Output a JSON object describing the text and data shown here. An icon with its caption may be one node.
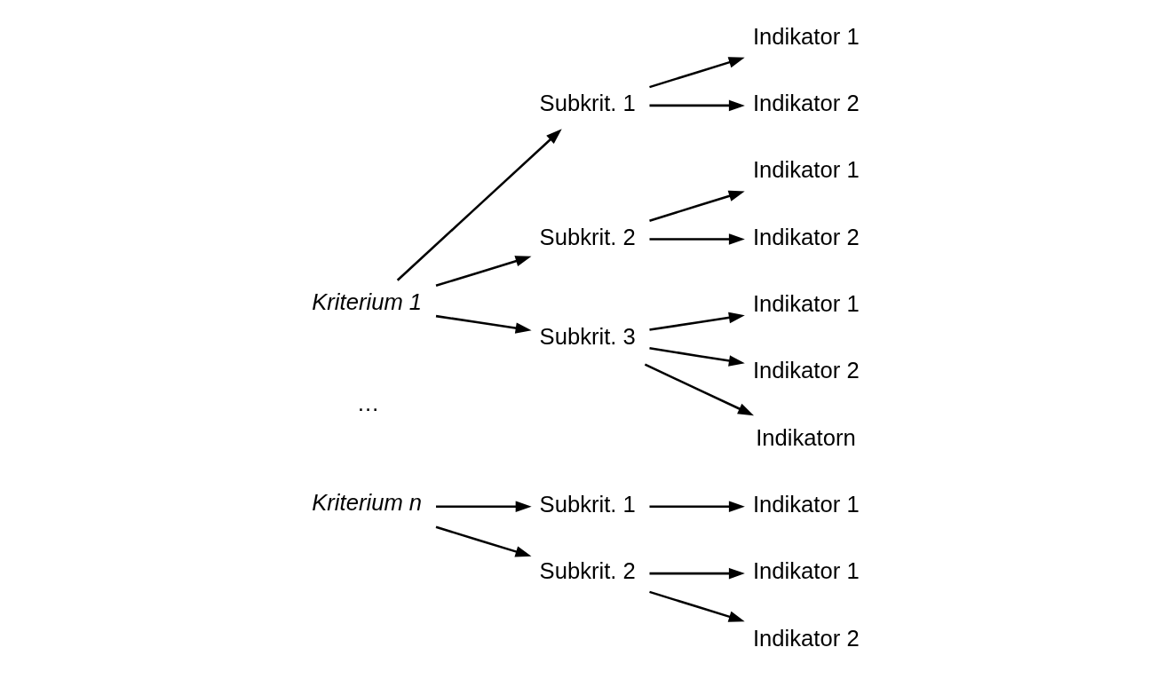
{
  "diagram": {
    "nodes": [
      {
        "text": [
          "Kriterium 1"
        ]
      },
      {
        "text": [
          "Subkrit. 1"
        ]
      },
      {
        "text": [
          "Subkrit. 2"
        ]
      },
      {
        "text": [
          "Subkrit. 3"
        ]
      },
      {
        "text": [
          "Indikator 1"
        ]
      },
      {
        "text": [
          "Indikator 2"
        ]
      },
      {
        "text": [
          "Indikator 1"
        ]
      },
      {
        "text": [
          "Indikator 2"
        ]
      },
      {
        "text": [
          "Indikator 1"
        ]
      },
      {
        "text": [
          "Indikator 2"
        ]
      },
      {
        "text": [
          "Indikatorn"
        ]
      },
      {
        "text": [
          "Kriterium n"
        ]
      },
      {
        "text": [
          "Subkrit. 1"
        ]
      },
      {
        "text": [
          "Subkrit. 2"
        ]
      },
      {
        "text": [
          "Indikator 1"
        ]
      },
      {
        "text": [
          "Indikator 1"
        ]
      },
      {
        "text": [
          "Indikator 2"
        ]
      }
    ],
    "edges": [
      {
        "from": 0,
        "to": 1,
        "arrow": "to"
      },
      {
        "from": 0,
        "to": 2,
        "arrow": "to"
      },
      {
        "from": 0,
        "to": 3,
        "arrow": "to"
      },
      {
        "from": 1,
        "to": 4,
        "arrow": "to"
      },
      {
        "from": 1,
        "to": 5,
        "arrow": "to"
      },
      {
        "from": 2,
        "to": 6,
        "arrow": "to"
      },
      {
        "from": 2,
        "to": 7,
        "arrow": "to"
      },
      {
        "from": 3,
        "to": 8,
        "arrow": "to"
      },
      {
        "from": 3,
        "to": 9,
        "arrow": "to"
      },
      {
        "from": 3,
        "to": 10,
        "arrow": "to"
      },
      {
        "from": 11,
        "to": 12,
        "arrow": "to"
      },
      {
        "from": 11,
        "to": 13,
        "arrow": "to"
      },
      {
        "from": 12,
        "to": 14,
        "arrow": "to"
      },
      {
        "from": 13,
        "to": 15,
        "arrow": "to"
      },
      {
        "from": 13,
        "to": 16,
        "arrow": "to"
      }
    ],
    "labels": [
      "…"
    ]
  }
}
